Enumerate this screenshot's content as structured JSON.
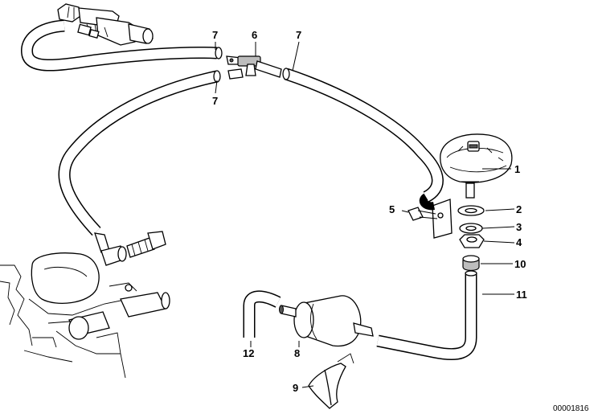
{
  "diagram": {
    "reference_number": "00001816",
    "callouts": [
      {
        "id": "c1",
        "label": "1"
      },
      {
        "id": "c2",
        "label": "2"
      },
      {
        "id": "c3",
        "label": "3"
      },
      {
        "id": "c4",
        "label": "4"
      },
      {
        "id": "c5",
        "label": "5"
      },
      {
        "id": "c6",
        "label": "6"
      },
      {
        "id": "c7a",
        "label": "7"
      },
      {
        "id": "c7b",
        "label": "7"
      },
      {
        "id": "c7c",
        "label": "7"
      },
      {
        "id": "c8",
        "label": "8"
      },
      {
        "id": "c9",
        "label": "9"
      },
      {
        "id": "c10",
        "label": "10"
      },
      {
        "id": "c11",
        "label": "11"
      },
      {
        "id": "c12",
        "label": "12"
      }
    ]
  }
}
